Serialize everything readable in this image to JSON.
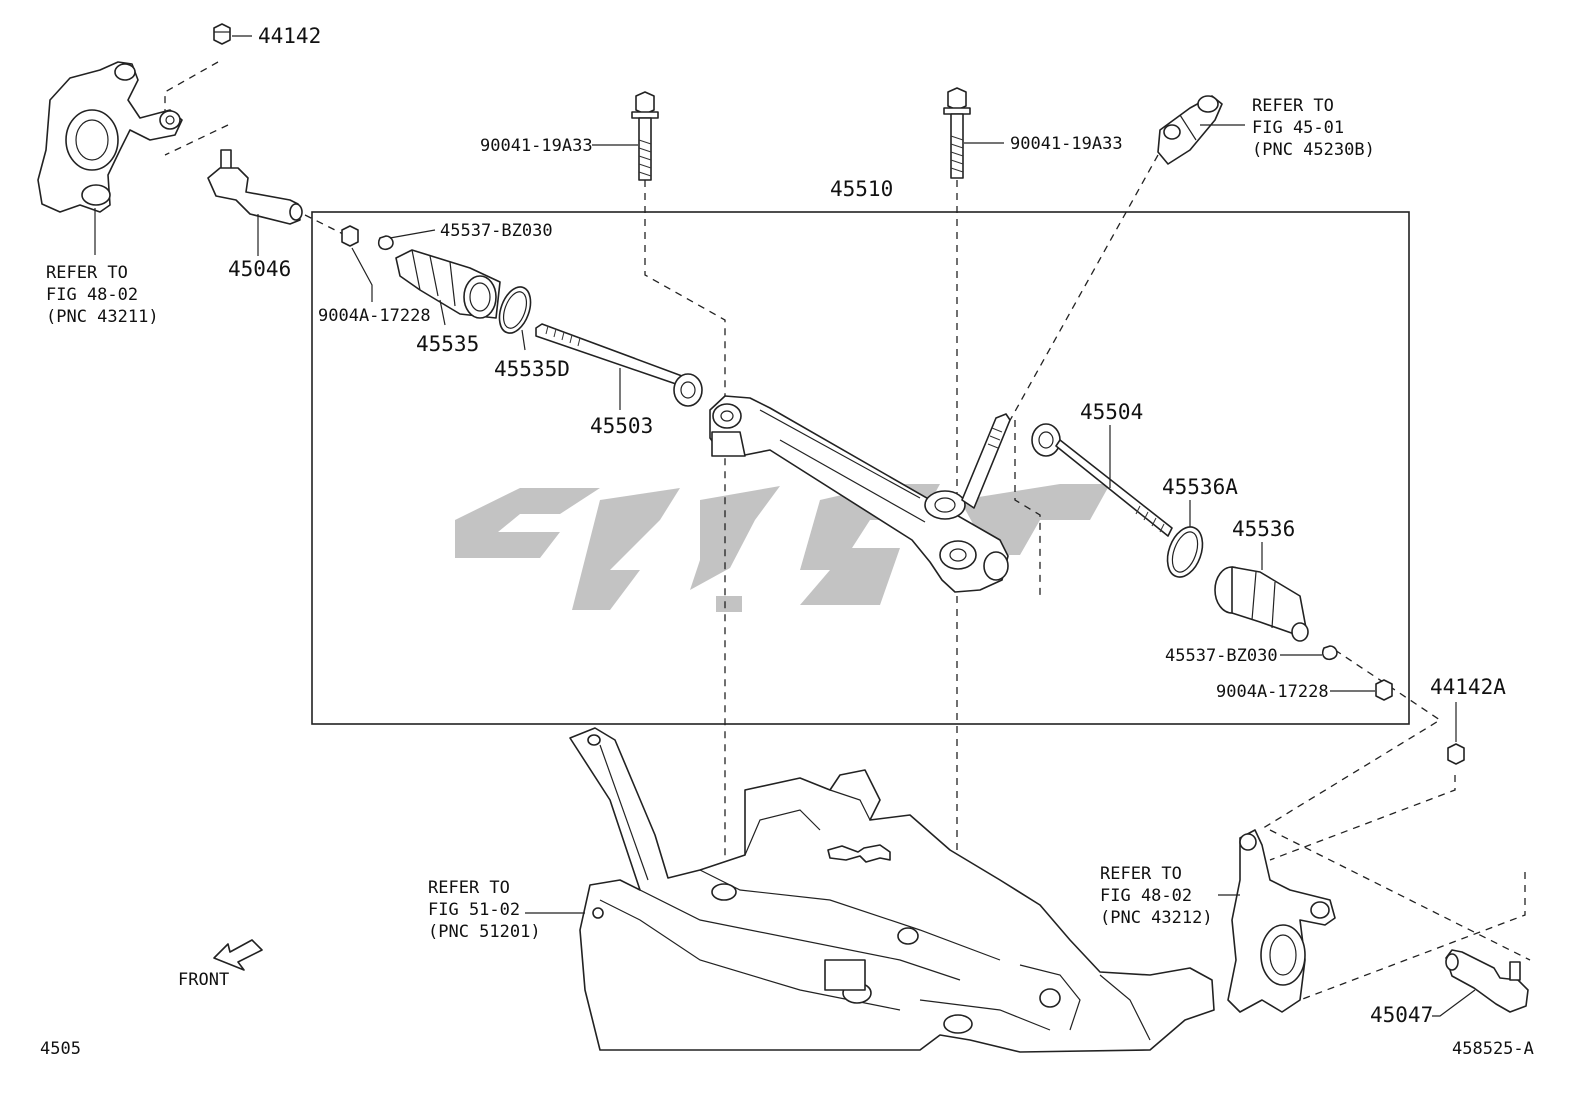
{
  "diagram": {
    "assembly_label": "45510",
    "labels": {
      "p44142": "44142",
      "p45046": "45046",
      "p45537_top": "45537-BZ030",
      "p9004a_top": "9004A-17228",
      "p45535": "45535",
      "p45535d": "45535D",
      "p45503": "45503",
      "p90041_left": "90041-19A33",
      "p90041_right": "90041-19A33",
      "p45504": "45504",
      "p45536a": "45536A",
      "p45536": "45536",
      "p45537_bottom": "45537-BZ030",
      "p9004a_bottom": "9004A-17228",
      "p44142a": "44142A",
      "p45047": "45047"
    },
    "refs": {
      "knuckle_left": [
        "REFER TO",
        "FIG 48-02",
        "(PNC 43211)"
      ],
      "steering_column": [
        "REFER TO",
        "FIG 45-01",
        "(PNC 45230B)"
      ],
      "subframe": [
        "REFER TO",
        "FIG 51-02",
        "(PNC 51201)"
      ],
      "knuckle_right": [
        "REFER TO",
        "FIG 48-02",
        "(PNC 43212)"
      ]
    },
    "front_label": "FRONT",
    "page_code": "4505",
    "figure_code": "458525-A"
  }
}
